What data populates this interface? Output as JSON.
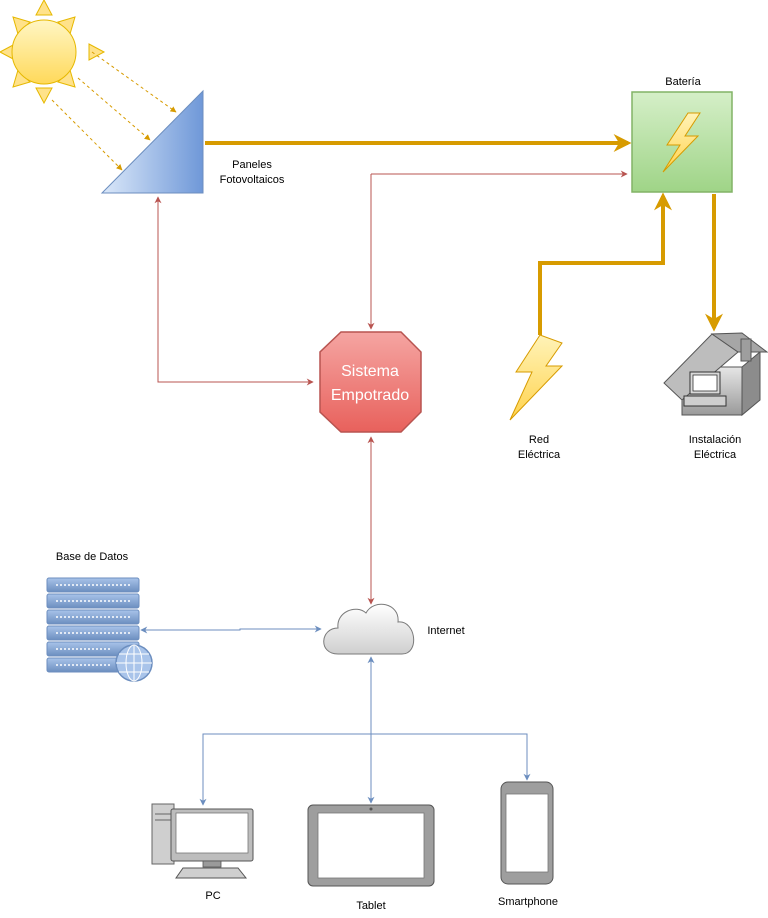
{
  "labels": {
    "paneles_1": "Paneles",
    "paneles_2": "Fotovoltaicos",
    "bateria": "Batería",
    "sistema_1": "Sistema",
    "sistema_2": "Empotrado",
    "red_1": "Red",
    "red_2": "Eléctrica",
    "instalacion_1": "Instalación",
    "instalacion_2": "Eléctrica",
    "base_datos": "Base de Datos",
    "internet": "Internet",
    "pc": "PC",
    "tablet": "Tablet",
    "smartphone": "Smartphone"
  },
  "colors": {
    "power_line": "#d79b00",
    "control_line": "#b85450",
    "network_line": "#6c8ebf",
    "sun_fill": "#ffe07a",
    "panel_fill": "#7ea6e0",
    "battery_fill": "#b9e0a5",
    "battery_stroke": "#82b366",
    "system_fill": "#ea6b66",
    "system_stroke": "#b85450",
    "lightning_fill": "#ffe28a"
  },
  "icons": [
    "sun-icon",
    "solar-panel-icon",
    "battery-icon",
    "embedded-system-icon",
    "lightning-icon",
    "house-icon",
    "database-server-icon",
    "cloud-icon",
    "pc-icon",
    "tablet-icon",
    "smartphone-icon"
  ]
}
